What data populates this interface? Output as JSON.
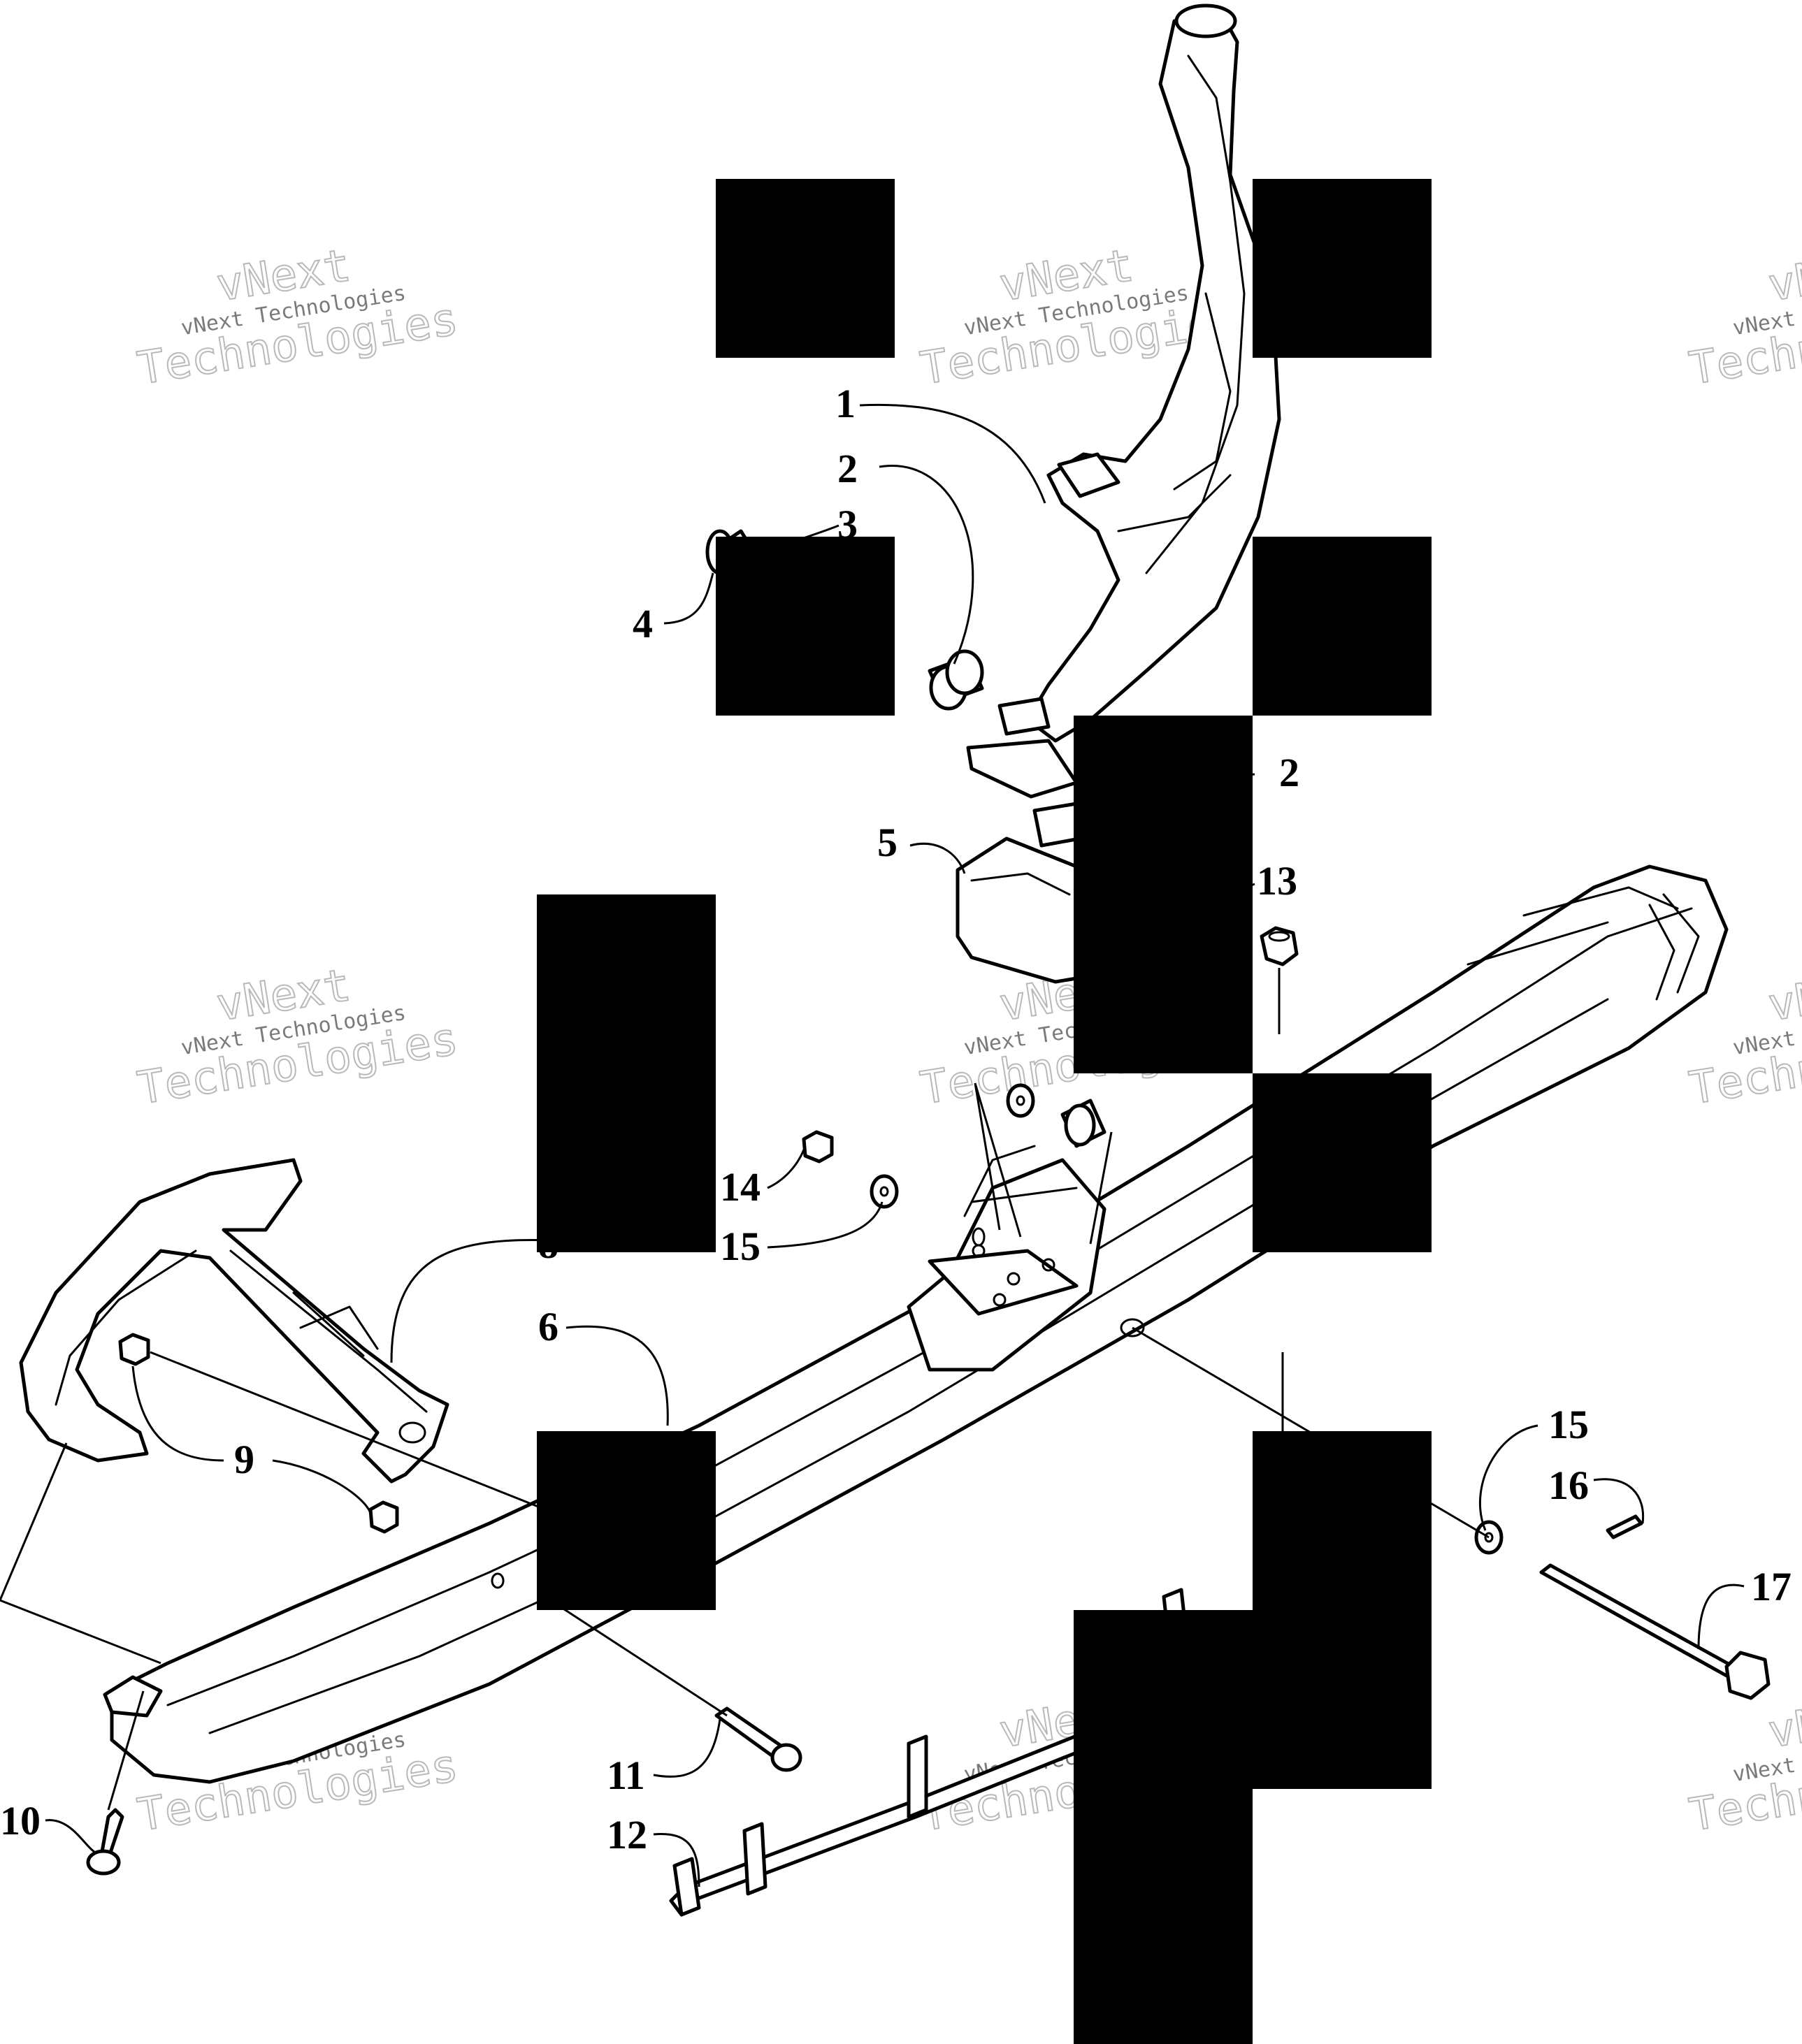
{
  "diagram": {
    "callouts": [
      "1",
      "2",
      "3",
      "4",
      "2",
      "13",
      "5",
      "14",
      "15",
      "6",
      "8",
      "9",
      "15",
      "16",
      "17",
      "10",
      "11",
      "12"
    ],
    "watermark": {
      "brand_line": "vNext Technologies",
      "script_line_1": "vNext",
      "script_line_2": "Technologies"
    },
    "colors": {
      "ink": "#000000",
      "background": "#ffffff",
      "watermark_ink": "#7a7a7a",
      "watermark_outline": "#b9b9b9",
      "redaction": "#000000"
    }
  }
}
